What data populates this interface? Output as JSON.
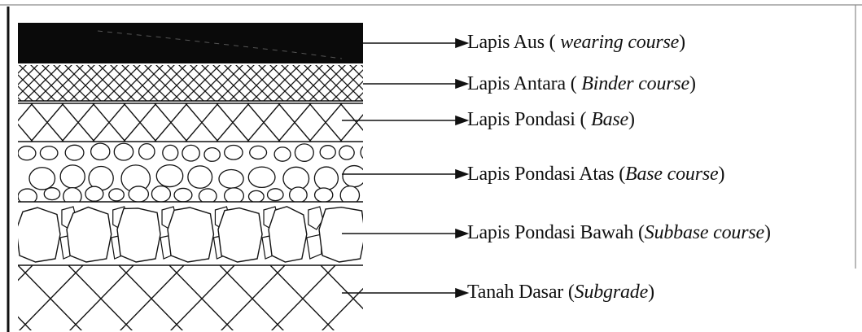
{
  "layers": [
    {
      "main": "Lapis Aus ( ",
      "term": "wearing course",
      "tail": ")"
    },
    {
      "main": "Lapis Antara ( ",
      "term": "Binder course",
      "tail": ")"
    },
    {
      "main": "Lapis Pondasi ( ",
      "term": "Base",
      "tail": ")"
    },
    {
      "main": "Lapis Pondasi Atas (",
      "term": "Base course",
      "tail": ")"
    },
    {
      "main": "Lapis Pondasi Bawah (",
      "term": "Subbase course",
      "tail": ")"
    },
    {
      "main": "Tanah Dasar (",
      "term": "Subgrade",
      "tail": ")"
    }
  ]
}
